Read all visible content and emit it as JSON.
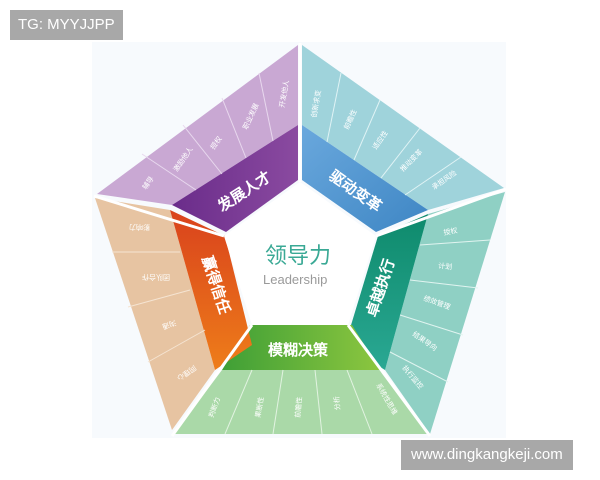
{
  "watermarks": {
    "top_left": "TG: MYYJJPP",
    "bottom_right": "www.dingkangkeji.com"
  },
  "center": {
    "title": "领导力",
    "subtitle": "Leadership"
  },
  "sections": [
    {
      "id": "develop-talent",
      "label": "发展人才",
      "colors": {
        "inner": "#7b3a93",
        "outer": "#c8a6d2"
      },
      "items": [
        "辅导",
        "激励他人",
        "授权",
        "职业发展",
        "开发他人"
      ]
    },
    {
      "id": "drive-change",
      "label": "驱动变革",
      "colors": {
        "inner": "#4f93cf",
        "outer": "#9dd3da"
      },
      "items": [
        "创新求变",
        "前瞻性",
        "适应性",
        "推动变革",
        "承担风险"
      ]
    },
    {
      "id": "excellent-execution",
      "label": "卓越执行",
      "colors": {
        "inner": "#17977a",
        "outer": "#8ccfc2"
      },
      "items": [
        "授权",
        "计划",
        "绩效管理",
        "结果导向",
        "执行监控"
      ]
    },
    {
      "id": "fuzzy-decision",
      "label": "模糊决策",
      "colors": {
        "inner": "#5fb33a",
        "outer": "#a9d9a6"
      },
      "items": [
        "判断力",
        "果断性",
        "前瞻性",
        "分析",
        "系统性思维"
      ]
    },
    {
      "id": "earn-trust",
      "label": "赢得信任",
      "colors": {
        "inner": "#e0511e",
        "outer": "#e6c4a3"
      },
      "items": [
        "影响力",
        "团队合作",
        "沟通",
        "同理心"
      ]
    }
  ]
}
